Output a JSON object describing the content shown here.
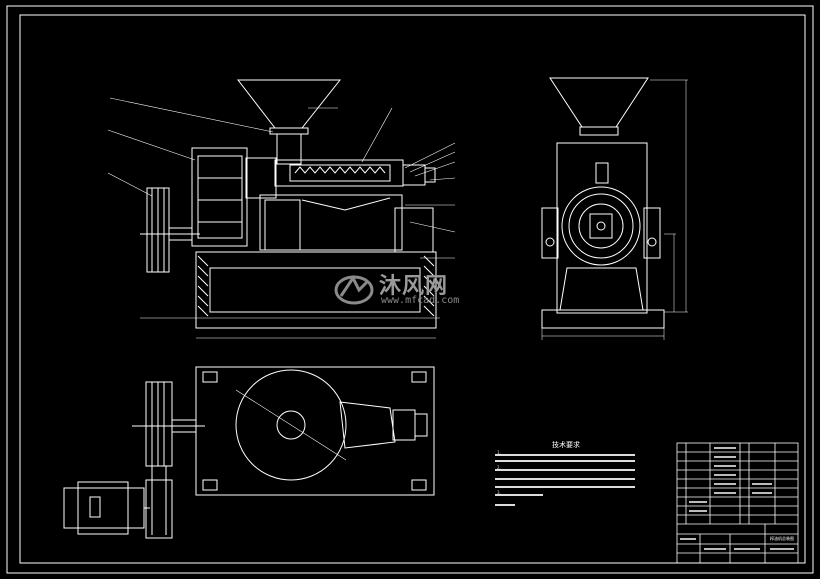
{
  "watermark": {
    "main": "沐风网",
    "sub": "www.mfcad.com"
  },
  "technical_requirements": {
    "title": "技术要求",
    "lines": [
      "1.",
      "2.",
      "3."
    ]
  },
  "title_block": {
    "name": "榨油机总装图"
  },
  "colors": {
    "background": "#000000",
    "line": "#ffffff",
    "frame": "#ffffff"
  }
}
